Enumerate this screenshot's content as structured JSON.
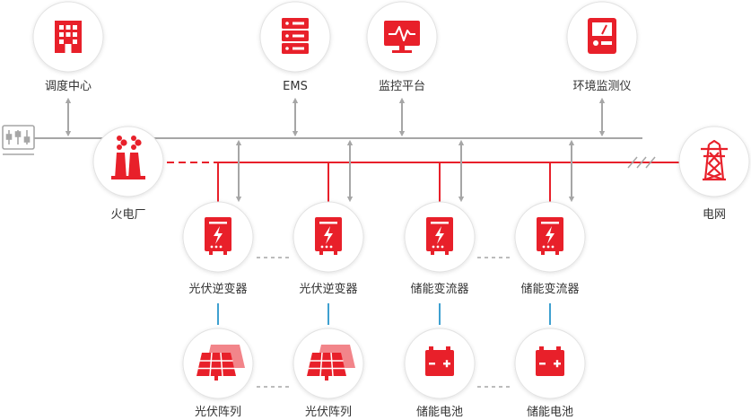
{
  "colors": {
    "bus_gray": "#a6a6a6",
    "power_red": "#e8202a",
    "comm_blue": "#3fa0d0",
    "circle_border": "#e2e2e2",
    "label_text": "#333333"
  },
  "nodes": {
    "dispatch_center": {
      "label": "调度中心",
      "icon": "building-icon"
    },
    "ems": {
      "label": "EMS",
      "icon": "server-icon"
    },
    "monitor_platform": {
      "label": "监控平台",
      "icon": "monitor-icon"
    },
    "env_monitor": {
      "label": "环境监测仪",
      "icon": "meter-icon"
    },
    "thermal_plant": {
      "label": "火电厂",
      "icon": "power-plant-icon"
    },
    "grid": {
      "label": "电网",
      "icon": "transmission-tower-icon"
    },
    "pv_inverter_1": {
      "label": "光伏逆变器",
      "icon": "inverter-icon"
    },
    "pv_inverter_2": {
      "label": "光伏逆变器",
      "icon": "inverter-icon"
    },
    "pcs_1": {
      "label": "储能变流器",
      "icon": "inverter-icon"
    },
    "pcs_2": {
      "label": "储能变流器",
      "icon": "inverter-icon"
    },
    "pv_array_1": {
      "label": "光伏阵列",
      "icon": "solar-panel-icon"
    },
    "pv_array_2": {
      "label": "光伏阵列",
      "icon": "solar-panel-icon"
    },
    "battery_1": {
      "label": "储能电池",
      "icon": "battery-icon"
    },
    "battery_2": {
      "label": "储能电池",
      "icon": "battery-icon"
    },
    "switchgear": {
      "label": "",
      "icon": "switchgear-icon"
    }
  }
}
